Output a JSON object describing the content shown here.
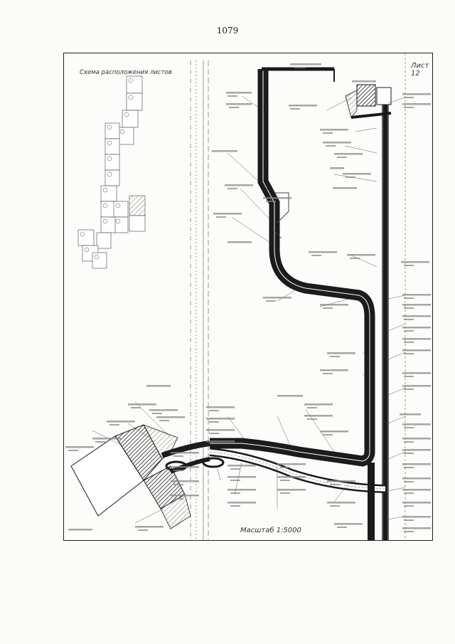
{
  "page": {
    "number": "1079"
  },
  "map": {
    "scheme_title": "Схема расположения листов",
    "sheet_label": "Лист 12",
    "scale_label": "Масштаб 1:5000"
  }
}
